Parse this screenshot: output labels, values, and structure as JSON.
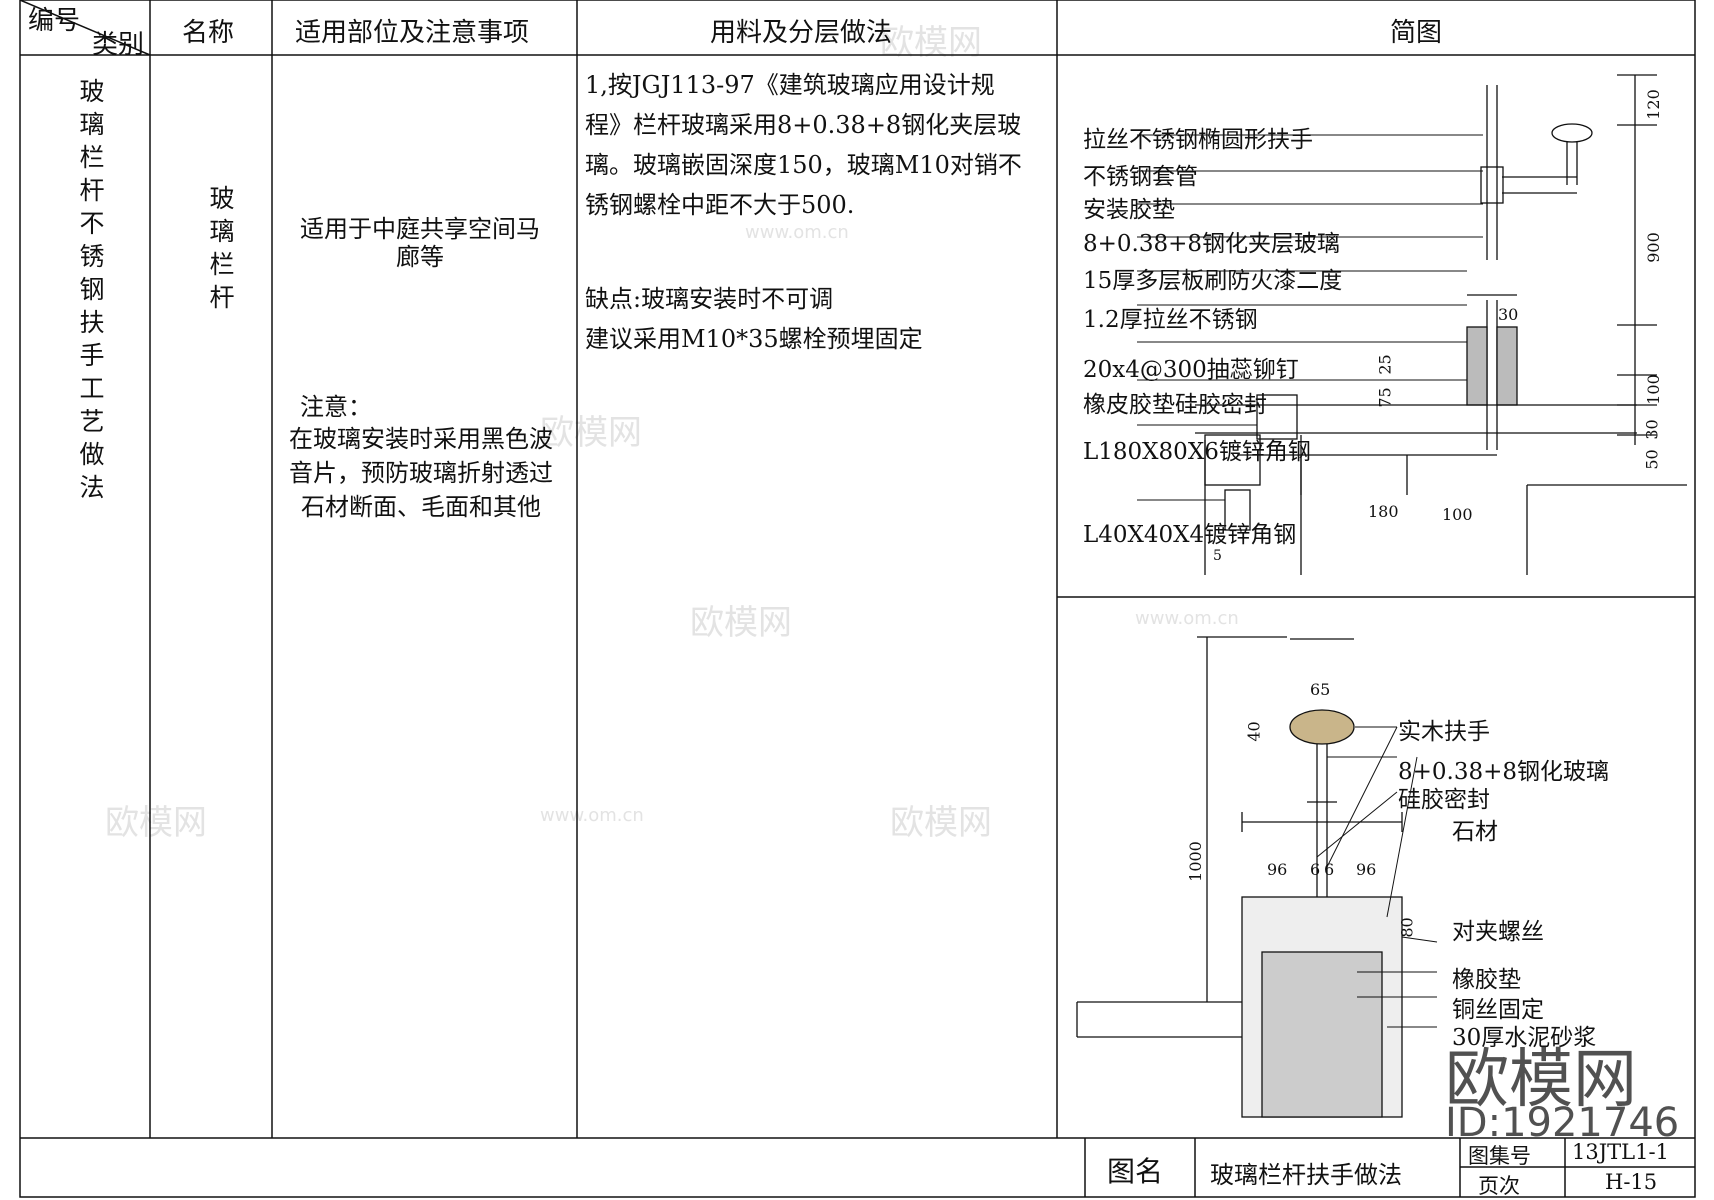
{
  "header": {
    "code_label": "编号",
    "category_label": "类别",
    "name_label": "名称",
    "scope_label": "适用部位及注意事项",
    "method_label": "用料及分层做法",
    "diagram_label": "简图"
  },
  "row": {
    "category": "玻璃栏杆不锈钢扶手工艺做法",
    "name": "玻璃栏杆",
    "scope": "适用于中庭共享空间马廊等",
    "note_title": "注意：",
    "note_body": "在玻璃安装时采用黑色波音片，预防玻璃折射透过石材断面、毛面和其他",
    "method_p1": "1,按JGJ113-97《建筑玻璃应用设计规程》栏杆玻璃采用8+0.38+8钢化夹层玻璃。玻璃嵌固深度150，玻璃M10对销不锈钢螺栓中距不大于500.",
    "method_p2": "缺点:玻璃安装时不可调",
    "method_p3": "建议采用M10*35螺栓预埋固定"
  },
  "diagram1": {
    "labels": [
      "拉丝不锈钢椭圆形扶手",
      "不锈钢套管",
      "安装胶垫",
      "8+0.38+8钢化夹层玻璃",
      "15厚多层板刷防火漆二度",
      "1.2厚拉丝不锈钢",
      "20x4@300抽蕊铆钉",
      "橡皮胶垫硅胶密封",
      "L180X80X6镀锌角钢",
      "L40X40X4镀锌角钢"
    ],
    "dims": [
      "120",
      "900",
      "100",
      "30",
      "50",
      "30",
      "25",
      "75",
      "180",
      "100",
      "5"
    ]
  },
  "diagram2": {
    "labels": [
      "实木扶手",
      "8+0.38+8钢化玻璃",
      "硅胶密封",
      "石材",
      "对夹螺丝",
      "橡胶垫",
      "铜丝固定",
      "30厚水泥砂浆"
    ],
    "dims": [
      "65",
      "40",
      "1000",
      "96",
      "6",
      "6",
      "96",
      "80"
    ]
  },
  "footer": {
    "figure_name_label": "图名",
    "figure_name": "玻璃栏杆扶手做法",
    "atlas_label": "图集号",
    "atlas_value": "13JTL1-1",
    "page_label": "页次",
    "page_value": "H-15"
  },
  "watermark": {
    "brand": "欧模网",
    "site": "www.om.cn",
    "id": "ID:1921746"
  }
}
